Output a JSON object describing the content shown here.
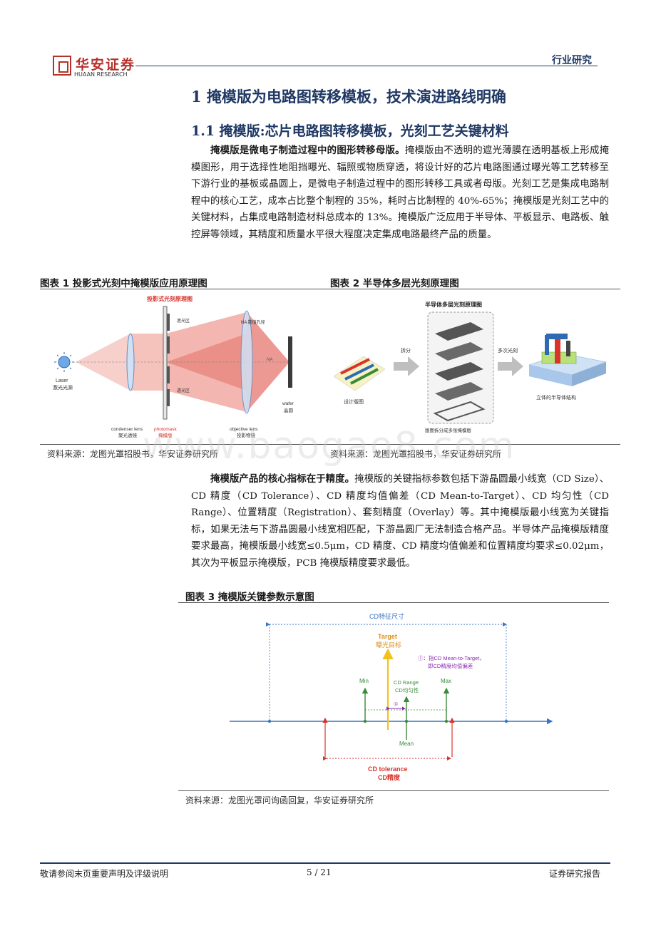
{
  "header": {
    "logo_cn": "华安证券",
    "logo_en": "HUAAN RESEARCH",
    "section": "行业研究"
  },
  "heading1": "1 掩模版为电路图转移模板，技术演进路线明确",
  "heading2": "1.1 掩模版:芯片电路图转移模板，光刻工艺关键材料",
  "para1": {
    "bold": "掩模版是微电子制造过程中的图形转移母版。",
    "text": "掩模版由不透明的遮光薄膜在透明基板上形成掩模图形，用于选择性地阻挡曝光、辐照或物质穿透，将设计好的芯片电路图通过曝光等工艺转移至下游行业的基板或晶圆上，是微电子制造过程中的图形转移工具或者母版。光刻工艺是集成电路制程中的核心工艺，成本占比整个制程的 35%，耗时占比制程的 40%-65%；掩模版是光刻工艺中的关键材料，占集成电路制造材料总成本的 13%。掩模版广泛应用于半导体、平板显示、电路板、触控屏等领域，其精度和质量水平很大程度决定集成电路最终产品的质量。"
  },
  "figure1": {
    "title": "图表 1 投影式光刻中掩模版应用原理图",
    "diagram_title": "投影式光刻原理图",
    "labels": {
      "light_block": "遮光区",
      "light_pass": "透光区",
      "na_aperture": "NA 数值孔径",
      "na": "NA",
      "laser": "Laser",
      "laser_cn": "激光光源",
      "condenser": "condenser lens",
      "condenser_cn": "聚光透镜",
      "photomask": "photomask",
      "photomask_cn": "掩模版",
      "objective": "objective lens",
      "objective_cn": "投影物镜",
      "wafer": "wafer",
      "wafer_cn": "晶圆"
    },
    "source": "资料来源：龙图光罩招股书，华安证券研究所"
  },
  "figure2": {
    "title": "图表 2 半导体多层光刻原理图",
    "diagram_title": "半导体多层光刻原理图",
    "labels": {
      "design": "设计版图",
      "split": "拆分",
      "multi_exposure": "多次光刻",
      "split_result": "版图拆分成多张掩模版",
      "structure": "立体的半导体结构"
    },
    "source": "资料来源：龙图光罩招股书，华安证券研究所"
  },
  "watermark": "www.baogao8.com",
  "para2": {
    "bold": "掩模版产品的核心指标在于精度。",
    "text": "掩模版的关键指标参数包括下游晶圆最小线宽（CD Size）、CD 精度（CD Tolerance）、CD 精度均值偏差（CD Mean-to-Target）、CD 均匀性（CD Range）、位置精度（Registration）、套刻精度（Overlay）等。其中掩模版最小线宽为关键指标，如果无法与下游晶圆最小线宽相匹配，下游晶圆厂无法制造合格产品。半导体产品掩模版精度要求最高，掩模版最小线宽≤0.5μm，CD 精度、CD 精度均值偏差和位置精度均要求≤0.02μm，其次为平板显示掩模版，PCB 掩模版精度要求最低。"
  },
  "figure3": {
    "title": "图表 3 掩模版关键参数示意图",
    "labels": {
      "cd_size": "CD特征尺寸",
      "target": "Target",
      "target_cn": "曝光目标",
      "note_line1": "①：指CD Mean-to-Target，",
      "note_line2": "即CD精度均值偏差",
      "min": "Min",
      "max": "Max",
      "cd_range": "CD Range",
      "cd_range_cn": "CD均匀性",
      "marker": "①",
      "mean": "Mean",
      "cd_tol": "CD tolerance",
      "cd_tol_cn": "CD精度"
    },
    "source": "资料来源：龙图光罩问询函回复，华安证券研究所"
  },
  "footer": {
    "left": "敬请参阅末页重要声明及评级说明",
    "page": "5 / 21",
    "right": "证券研究报告"
  },
  "colors": {
    "brand_red": "#b5322b",
    "navy": "#1f3864",
    "blue_line": "#3b74c4",
    "red": "#d9342b",
    "green": "#3a8a3a",
    "gold": "#f2c21a",
    "purple": "#8a2bb0"
  }
}
